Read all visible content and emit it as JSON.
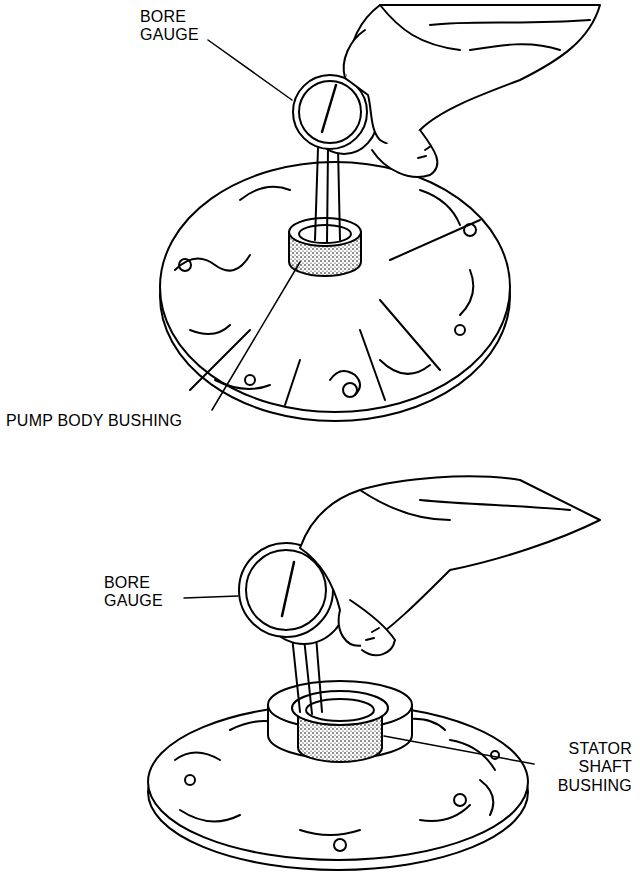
{
  "diagram": {
    "labels": [
      "BORE GAUGE",
      "PUMP BODY BUSHING",
      "BORE GAUGE",
      "STATOR SHAFT BUSHING"
    ]
  }
}
